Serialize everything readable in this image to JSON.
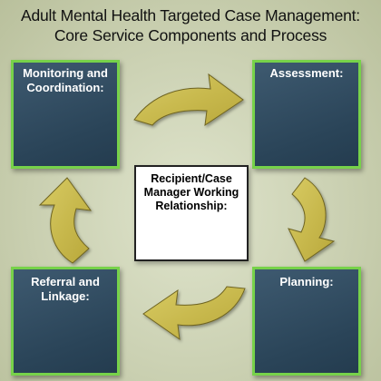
{
  "title_line1": "Adult Mental Health Targeted Case Management:",
  "title_line2": "Core Service Components and Process",
  "boxes": {
    "monitoring": "Monitoring and Coordination:",
    "assessment": "Assessment:",
    "referral": "Referral and Linkage:",
    "planning": "Planning:"
  },
  "center": "Recipient/Case Manager Working Relationship:",
  "colors": {
    "box_fill": "#2f4a5f",
    "box_border": "#77d24a",
    "arrow_fill": "#c9b845",
    "background": "#d5dbbd"
  }
}
